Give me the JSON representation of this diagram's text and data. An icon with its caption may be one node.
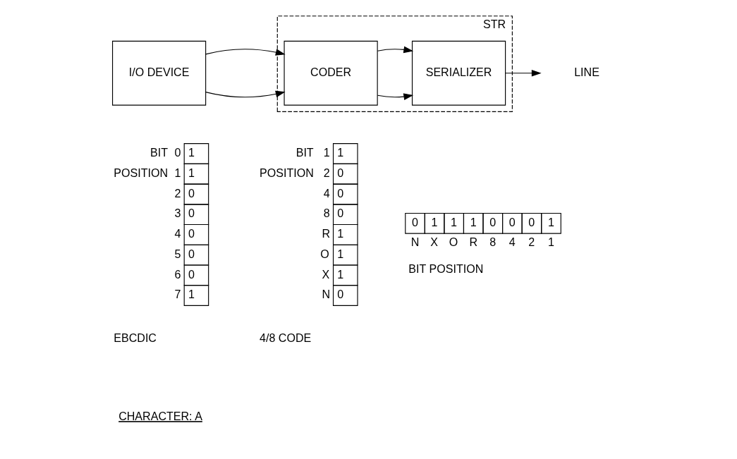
{
  "diagram": {
    "nodes": [
      {
        "text": [
          "STR"
        ]
      },
      {
        "text": [
          "I/O DEVICE"
        ]
      },
      {
        "text": [
          "CODER"
        ],
        "in": 0
      },
      {
        "text": [
          "SERIALIZER"
        ],
        "in": 0
      },
      {
        "text": [
          "LINE"
        ]
      }
    ],
    "edges": [
      {
        "from": 1,
        "to": 2,
        "arrow": "to"
      },
      {
        "from": 1,
        "to": 2,
        "arrow": "to"
      },
      {
        "from": 2,
        "to": 3,
        "arrow": "to"
      },
      {
        "from": 2,
        "to": 3,
        "arrow": "to"
      },
      {
        "from": 3,
        "to": 4,
        "arrow": "to"
      }
    ],
    "labels": [
      "BIT",
      "POSITION",
      "0",
      "1",
      "1",
      "1",
      "2",
      "0",
      "3",
      "0",
      "4",
      "0",
      "5",
      "0",
      "6",
      "0",
      "7",
      "1",
      "EBCDIC",
      "BIT",
      "POSITION",
      "1",
      "1",
      "2",
      "0",
      "4",
      "0",
      "8",
      "0",
      "R",
      "1",
      "O",
      "1",
      "X",
      "1",
      "N",
      "0",
      "4/8 CODE",
      "0",
      "1",
      "1",
      "1",
      "0",
      "0",
      "0",
      "1",
      "N",
      "X",
      "O",
      "R",
      "8",
      "4",
      "2",
      "1",
      "BIT POSITION",
      "CHARACTER: A"
    ]
  }
}
